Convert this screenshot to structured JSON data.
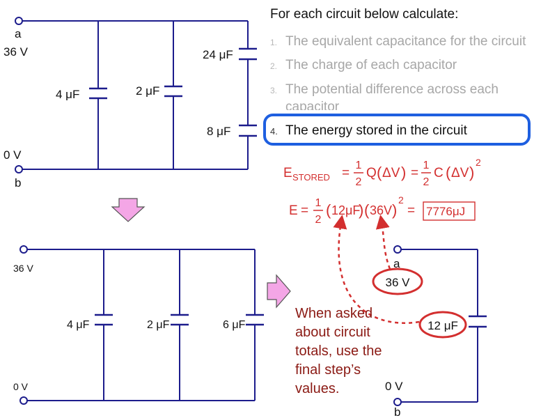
{
  "instructions": {
    "heading": "For each circuit below calculate:",
    "steps": [
      {
        "num": "1.",
        "text": "The equivalent capacitance for the circuit",
        "state": "dim"
      },
      {
        "num": "2.",
        "text": "The charge of each capacitor",
        "state": "dim"
      },
      {
        "num": "3.",
        "text": "The potential difference across each",
        "text2": "capacitor",
        "state": "dim"
      },
      {
        "num": "4.",
        "text": "The energy stored in the circuit",
        "state": "active"
      }
    ]
  },
  "circuit_top": {
    "node_a": "a",
    "voltage": "36 V",
    "zero_v": "0 V",
    "node_b": "b",
    "cap_1": "4 μF",
    "cap_2": "2 μF",
    "cap_series_top": "24 μF",
    "cap_series_bottom": "8 μF"
  },
  "circuit_middle": {
    "voltage": "36 V",
    "zero_v": "0 V",
    "cap_1": "4 μF",
    "cap_2": "2 μF",
    "cap_3": "6 μF"
  },
  "circuit_final": {
    "node_a": "a",
    "voltage": "36 V",
    "cap": "12 μF",
    "zero_v": "0 V",
    "node_b": "b"
  },
  "formula": {
    "E": "E",
    "stored_sub": "STORED",
    "equals": "=",
    "one": "1",
    "two": "2",
    "Q": "Q",
    "C": "C",
    "delta_v": "ΔV",
    "squared": "2",
    "cap_value": "12μF",
    "volt_value": "36V",
    "result": "7776μJ"
  },
  "note": {
    "lines": [
      "When asked",
      "about circuit",
      "totals, use the",
      "final step’s",
      "values."
    ]
  },
  "colors": {
    "wire": "#1c1c8c",
    "highlight": "#1e5fe0",
    "formula": "#d32f2f",
    "arrow_fill": "#f4a6e6",
    "note": "#8b1a14"
  }
}
